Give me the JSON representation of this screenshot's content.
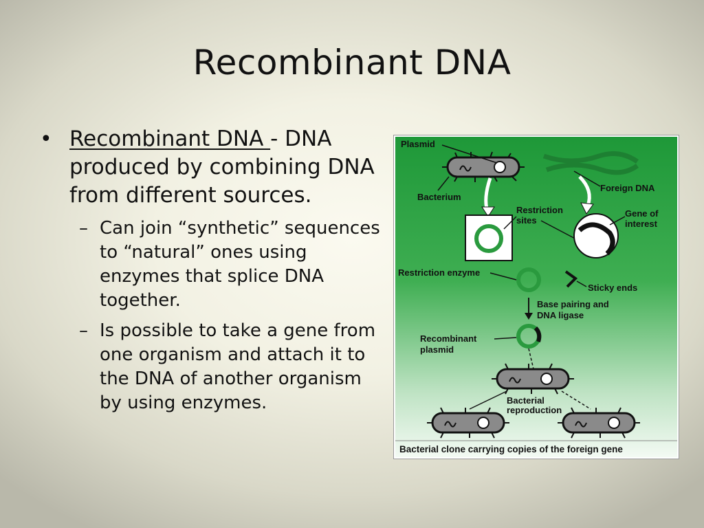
{
  "slide": {
    "title": "Recombinant DNA",
    "bullet": {
      "term": "Recombinant DNA ",
      "definition": " - DNA produced by combining DNA from different sources."
    },
    "sub_bullets": [
      "Can join “synthetic” sequences to “natural” ones using enzymes that splice DNA together.",
      "Is possible to take a gene from one organism and attach it to the DNA of another organism by using enzymes."
    ],
    "markers": {
      "bullet": "•",
      "dash": "–"
    }
  },
  "figure": {
    "labels": {
      "plasmid": "Plasmid",
      "bacterium": "Bacterium",
      "foreign_dna": "Foreign DNA",
      "restriction_sites_1": "Restriction",
      "restriction_sites_2": "sites",
      "gene_1": "Gene of",
      "gene_2": "interest",
      "restriction_enzyme": "Restriction enzyme",
      "sticky_ends": "Sticky ends",
      "base_pairing_1": "Base pairing and",
      "base_pairing_2": "DNA ligase",
      "recombinant_1": "Recombinant",
      "recombinant_2": "plasmid",
      "reproduction_1": "Bacterial",
      "reproduction_2": "reproduction",
      "caption": "Bacterial clone carrying copies of the foreign gene"
    },
    "colors": {
      "green_dark": "#1f9a3a",
      "green_light": "#e8f5ea",
      "bacterium_fill": "#8a8a8a",
      "outline": "#111111"
    }
  }
}
